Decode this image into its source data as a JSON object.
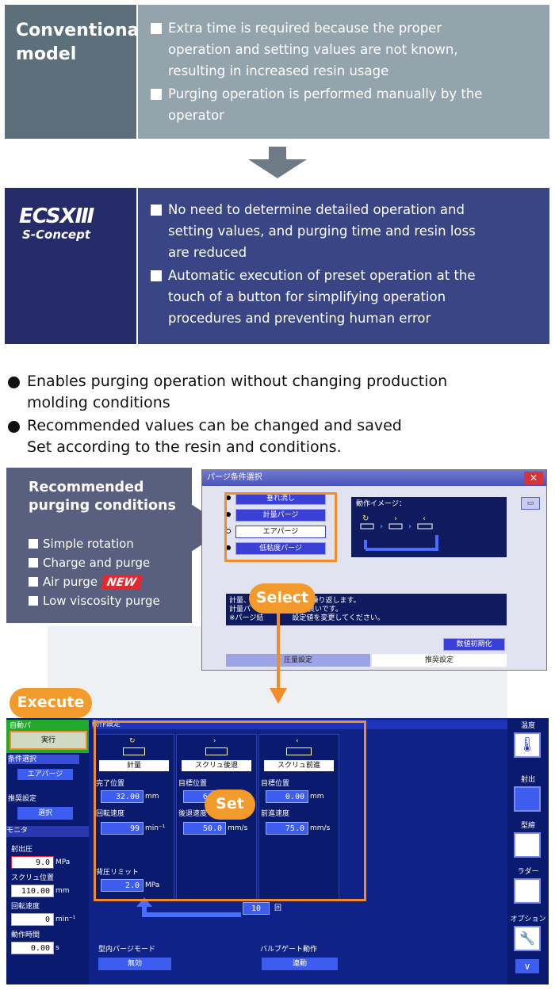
{
  "conventional": {
    "title_line1": "Conventional",
    "title_line2": "model",
    "bullets": [
      [
        "Extra time is required because the proper",
        "operation and setting values are not known,",
        "resulting in increased resin usage"
      ],
      [
        "Purging operation is performed manually by the",
        "operator"
      ]
    ]
  },
  "ecsx": {
    "logo_main": "ECSXⅢ",
    "logo_sub": "S-Concept",
    "bullets": [
      [
        "No need to determine detailed operation and",
        "setting values, and purging time and resin loss",
        "are reduced"
      ],
      [
        "Automatic execution of preset operation at the",
        "touch of a button for simplifying operation",
        "procedures and preventing human error"
      ]
    ]
  },
  "features": [
    [
      "Enables purging operation without changing production",
      "molding conditions"
    ],
    [
      "Recommended values can be changed and saved",
      "Set according to the resin and conditions."
    ]
  ],
  "recommended": {
    "title_line1": "Recommended",
    "title_line2": "purging conditions",
    "items": [
      "Simple rotation",
      "Charge and purge",
      "Air purge",
      "Low viscosity purge"
    ],
    "new_badge": "NEW"
  },
  "dialog": {
    "title": "パージ条件選択",
    "close": "✕",
    "options": [
      "垂れ流し",
      "計量パージ",
      "エアパージ",
      "低粘度パージ"
    ],
    "image_label": "動作イメージ：",
    "desc_lines": [
      "計量、　　　　を設定回数繰り返します。",
      "計量パ　　　　え効率が良いです。",
      "※パージ結　　　　設定値を変更してください。"
    ],
    "init_button": "数値初期化",
    "tab_condition": "圧量設定",
    "tab_recommend": "推奨設定"
  },
  "callouts": {
    "select": "Select",
    "execute": "Execute",
    "set": "Set"
  },
  "screen": {
    "auto_label": "自動パ",
    "execute_button": "実行",
    "condition_select": "条件選択",
    "air_purge": "エアパージ",
    "recommended_setting": "推奨設定",
    "select_button": "選択",
    "monitor": "モニタ",
    "monitor_items": [
      {
        "label": "射出圧",
        "value": "9.0",
        "unit": "MPa"
      },
      {
        "label": "スクリュ位置",
        "value": "110.00",
        "unit": "mm"
      },
      {
        "label": "回転速度",
        "value": "0",
        "unit": "min⁻¹"
      },
      {
        "label": "動作時間",
        "value": "0.00",
        "unit": "s"
      }
    ],
    "operation_setting": "動作設定",
    "columns": [
      {
        "name": "計量",
        "fields": [
          {
            "label": "完了位置",
            "value": "32.00",
            "unit": "mm"
          },
          {
            "label": "回転速度",
            "value": "99",
            "unit": "min⁻¹"
          }
        ],
        "extra": {
          "label": "背圧リミット",
          "value": "2.0",
          "unit": "MPa"
        }
      },
      {
        "name": "スクリュ後退",
        "fields": [
          {
            "label": "目標位置",
            "value": "64.0",
            "unit": ""
          },
          {
            "label": "後退速度",
            "value": "50.0",
            "unit": "mm/s"
          }
        ]
      },
      {
        "name": "スクリュ前進",
        "fields": [
          {
            "label": "目標位置",
            "value": "0.00",
            "unit": "mm"
          },
          {
            "label": "前進速度",
            "value": "75.0",
            "unit": "mm/s"
          }
        ]
      }
    ],
    "repeat_count": "10",
    "repeat_unit": "回",
    "mold_purge_mode": "型内パージモード",
    "mold_purge_value": "無効",
    "valve_gate": "バルブゲート動作",
    "valve_gate_value": "連動",
    "sidebar": [
      "温度",
      "射出",
      "型締",
      "ラダー",
      "オプション"
    ],
    "scroll_down": "∨"
  },
  "colors": {
    "orange": "#f28c28",
    "navy": "#252c69",
    "screen_blue": "#0e2287",
    "new_red": "#e8262d"
  }
}
